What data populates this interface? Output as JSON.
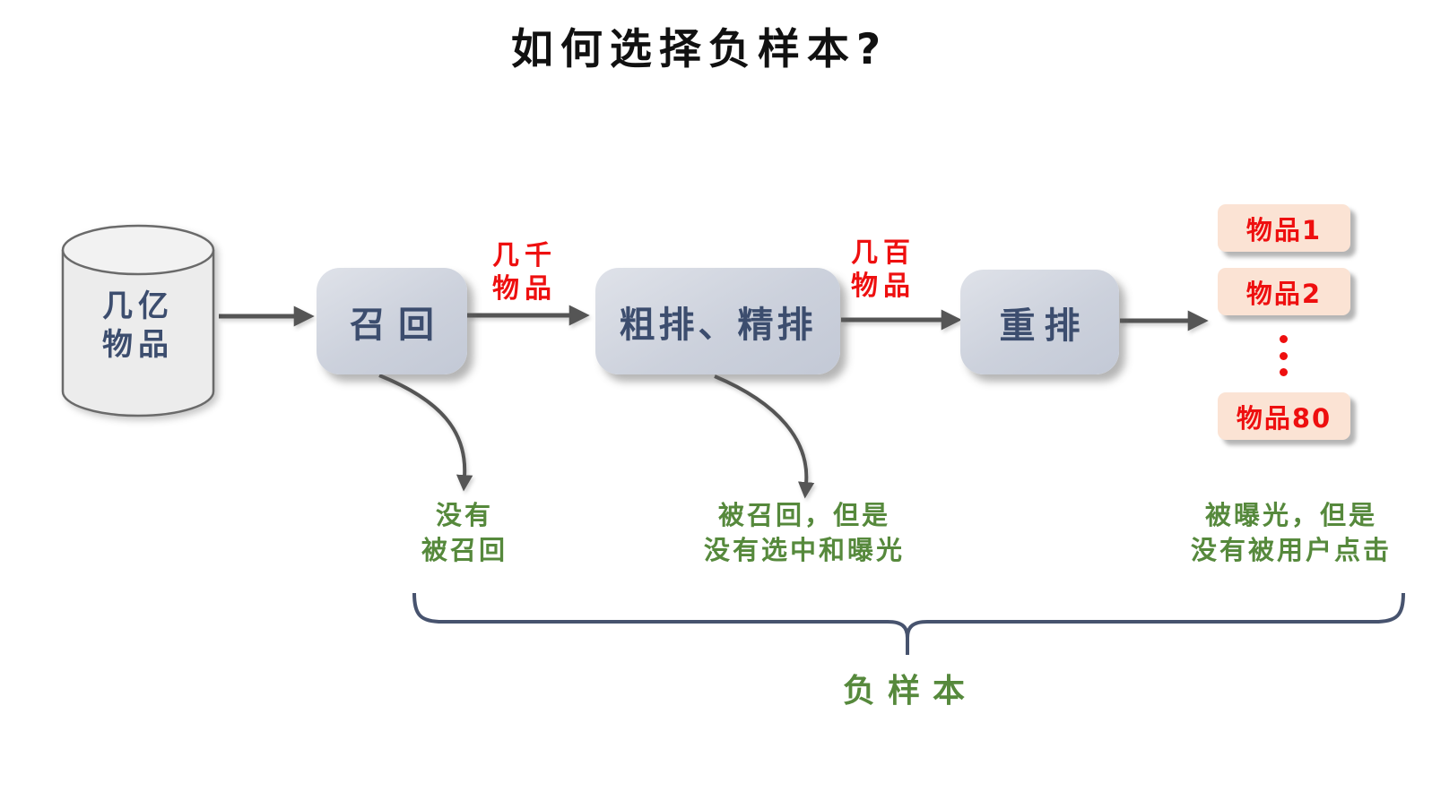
{
  "title": "如何选择负样本?",
  "source": {
    "line1": "几亿",
    "line2": "物品"
  },
  "stages": {
    "recall": "召回",
    "rank": "粗排、精排",
    "rerank": "重排"
  },
  "edge_labels": {
    "recall_to_rank": {
      "line1": "几千",
      "line2": "物品"
    },
    "rank_to_rerank": {
      "line1": "几百",
      "line2": "物品"
    }
  },
  "output_items": {
    "item1": "物品1",
    "item2": "物品2",
    "ellipsis": "⋮",
    "item_last": "物品80"
  },
  "notes": {
    "recall_note": {
      "line1": "没有",
      "line2": "被召回"
    },
    "rank_note": {
      "line1": "被召回，但是",
      "line2": "没有选中和曝光"
    },
    "exposure_note": {
      "line1": "被曝光，但是",
      "line2": "没有被用户点击"
    },
    "brace_label": "负样本"
  },
  "colors": {
    "stage_fill": "#ccd1dc",
    "stage_text": "#3c4d6e",
    "item_fill": "#fbe3d4",
    "accent_red": "#ee0f0f",
    "note_green": "#56893c",
    "arrow_gray": "#555555",
    "brace_navy": "#47536e"
  }
}
